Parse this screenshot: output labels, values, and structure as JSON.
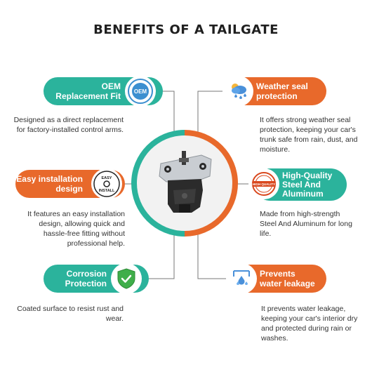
{
  "title": "BENEFITS OF A TAILGATE",
  "colors": {
    "teal": "#2bb39c",
    "orange": "#e8692b",
    "line": "#777777"
  },
  "benefits": [
    {
      "title_line1": "OEM",
      "title_line2": "Replacement Fit",
      "icon": "oem-badge-icon",
      "icon_text": "OEM",
      "description": "Designed as a direct replacement for factory-installed control arms."
    },
    {
      "title_line1": "Weather seal",
      "title_line2": "protection",
      "icon": "weather-icon",
      "description": "It offers strong weather seal protection, keeping your car's trunk safe from rain, dust, and moisture."
    },
    {
      "title_line1": "Easy installation",
      "title_line2": "design",
      "icon": "easy-install-icon",
      "icon_text_top": "EASY",
      "icon_text_bottom": "INSTALL",
      "description": "It features an easy installation design, allowing quick and hassle-free fitting without professional help."
    },
    {
      "title_line1": "High-Quality",
      "title_line2": "Steel And",
      "title_line3": "Aluminum",
      "icon": "high-quality-stamp-icon",
      "icon_text": "HIGH QUALITY",
      "description": "Made from high-strength Steel And Aluminum for long life."
    },
    {
      "title_line1": "Corrosion",
      "title_line2": "Protection",
      "icon": "shield-check-icon",
      "description": "Coated surface to resist rust and wear."
    },
    {
      "title_line1": "Prevents",
      "title_line2": "water leakage",
      "icon": "water-drop-icon",
      "description": "It prevents water leakage, keeping your car's interior dry and protected during rain or washes."
    }
  ]
}
